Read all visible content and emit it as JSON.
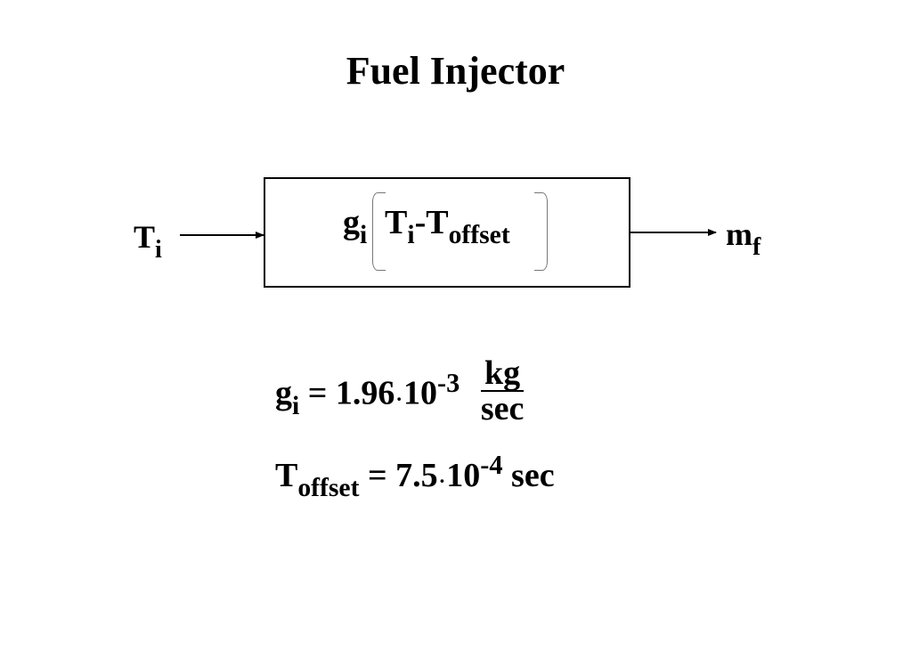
{
  "title": "Fuel Injector",
  "input": {
    "symbol": "T",
    "subscript": "i"
  },
  "output": {
    "symbol": "m",
    "subscript": "f"
  },
  "block": {
    "gain_symbol": "g",
    "gain_subscript": "i",
    "term1_symbol": "T",
    "term1_subscript": "i",
    "operator": "-",
    "term2_symbol": "T",
    "term2_subscript": "offset"
  },
  "equations": [
    {
      "symbol": "g",
      "subscript": "i",
      "equals": "=",
      "mantissa": "1.96",
      "dot": "·",
      "base": "10",
      "exponent": "-3",
      "unit_numerator": "kg",
      "unit_denominator": "sec"
    },
    {
      "symbol": "T",
      "subscript": "offset",
      "equals": "=",
      "mantissa": "7.5",
      "dot": "·",
      "base": "10",
      "exponent": "-4",
      "unit": "sec"
    }
  ]
}
